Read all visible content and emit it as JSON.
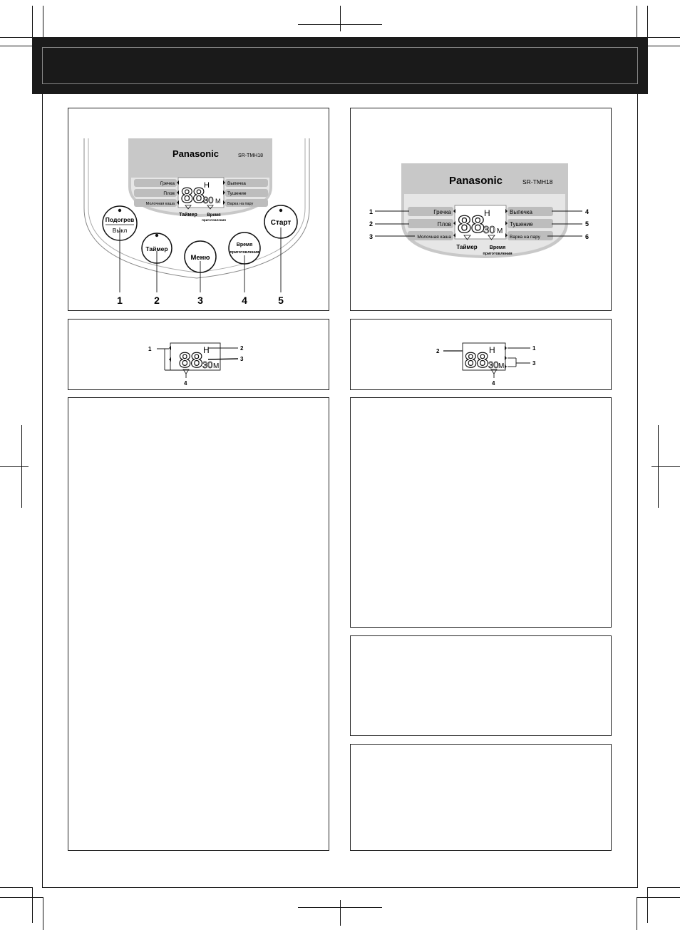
{
  "panel_a": {
    "brand": "Panasonic",
    "model": "SR-TMH18",
    "modes_left": [
      "Гречка",
      "Плов",
      "Молочная каша"
    ],
    "modes_right": [
      "Выпечка",
      "Тушение",
      "Варка на пару"
    ],
    "display_digits": "88",
    "display_h": "H",
    "display_min": "30",
    "display_m": "M",
    "label_timer": "Таймер",
    "label_time_line1": "Время",
    "label_time_line2": "приготовления",
    "btn_warm_line1": "Подогрев",
    "btn_warm_line2": "Выкл",
    "btn_timer": "Таймер",
    "btn_menu": "Меню",
    "btn_time_line1": "Время",
    "btn_time_line2": "приготовления",
    "btn_start": "Старт",
    "callouts": [
      "1",
      "2",
      "3",
      "4",
      "5"
    ]
  },
  "panel_b": {
    "brand": "Panasonic",
    "model": "SR-TMH18",
    "modes_left": [
      "Гречка",
      "Плов",
      "Молочная каша"
    ],
    "modes_right": [
      "Выпечка",
      "Тушение",
      "Варка на пару"
    ],
    "display_digits": "88",
    "display_h": "H",
    "display_min": "30",
    "display_m": "M",
    "label_timer": "Таймер",
    "label_time_line1": "Время",
    "label_time_line2": "приготовления",
    "callouts_left": [
      "1",
      "2",
      "3"
    ],
    "callouts_right": [
      "4",
      "5",
      "6"
    ]
  },
  "panel_c": {
    "display_digits": "88",
    "display_h": "H",
    "display_min": "30",
    "display_m": "M",
    "callouts": [
      "1",
      "2",
      "3",
      "4"
    ]
  },
  "panel_d": {
    "display_digits": "88",
    "display_h": "H",
    "display_min": "30",
    "display_m": "M",
    "callouts": [
      "2",
      "1",
      "3",
      "4"
    ]
  }
}
